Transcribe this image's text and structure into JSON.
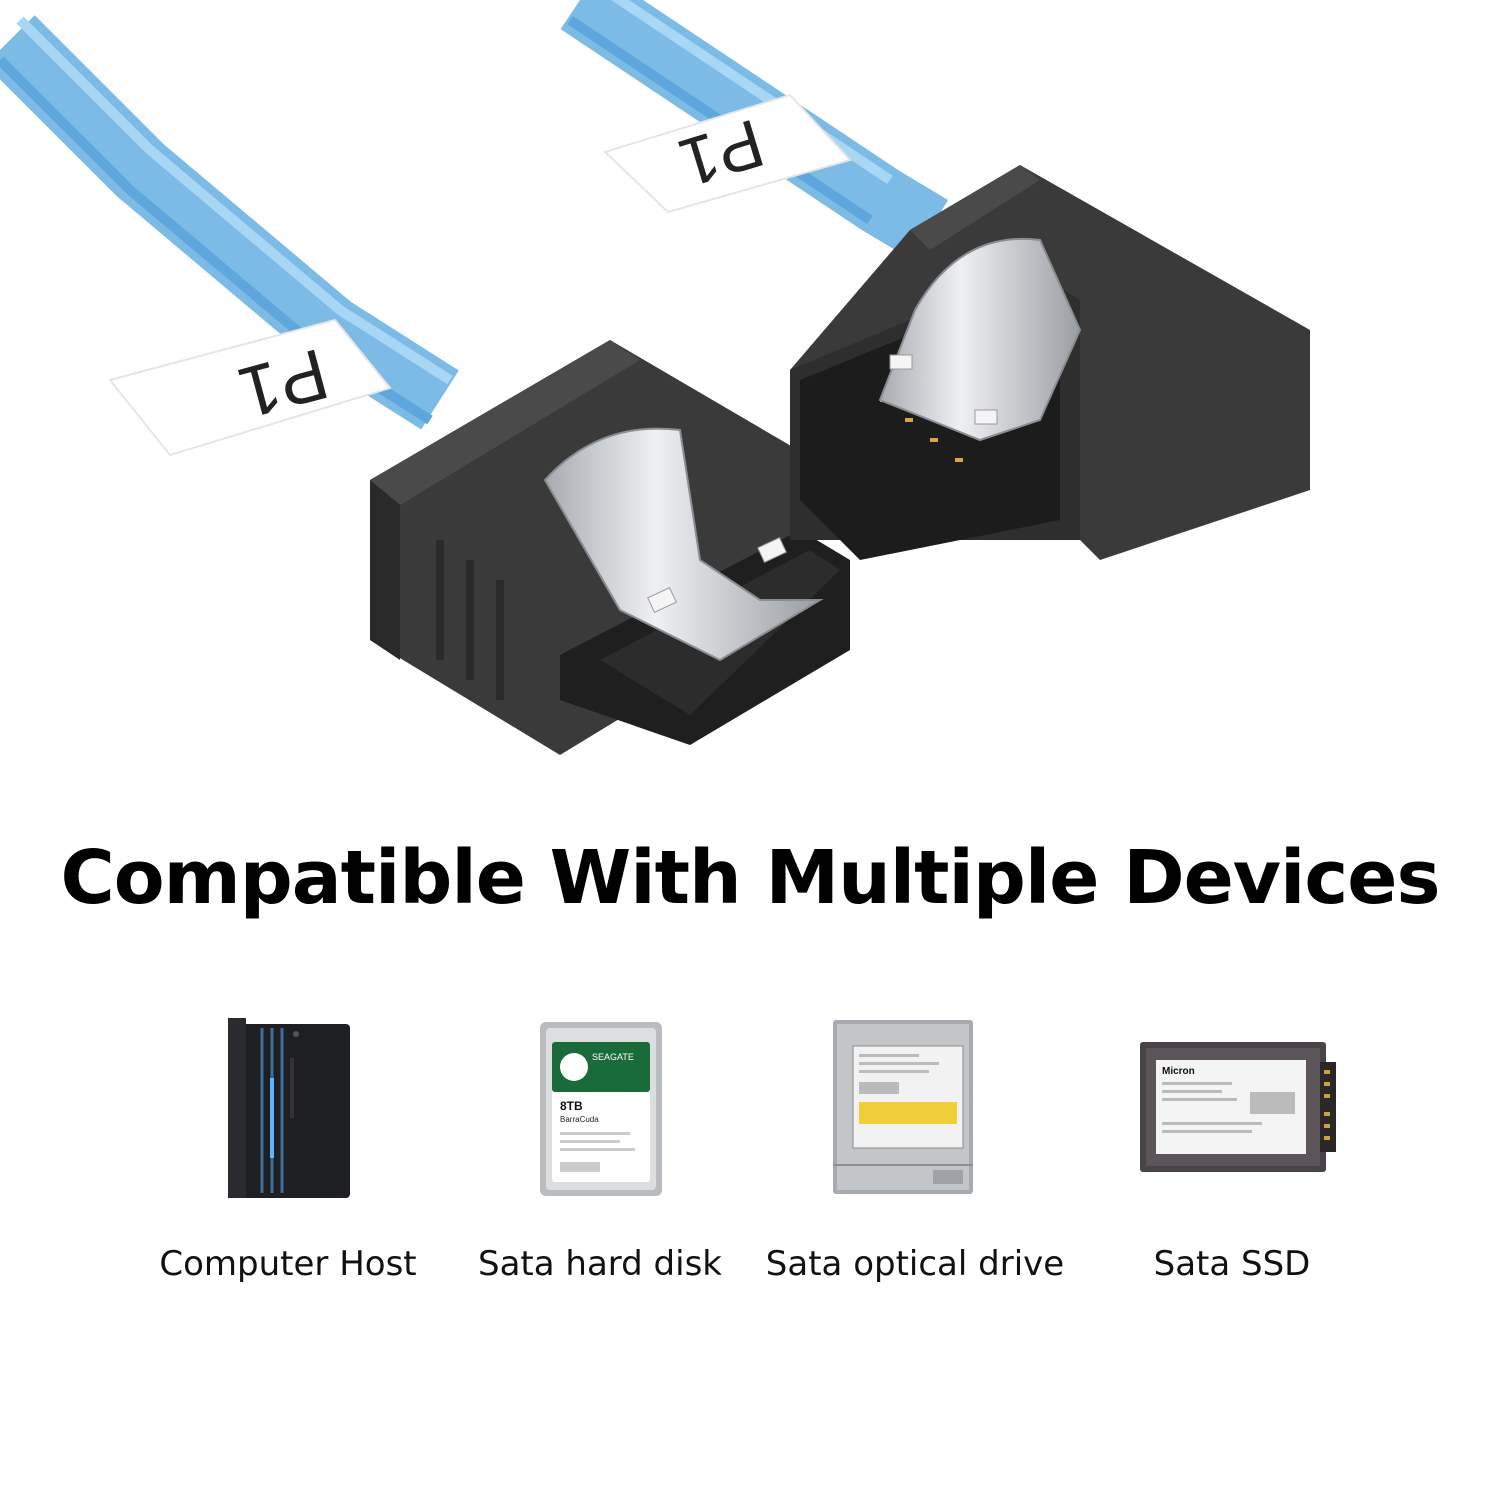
{
  "cable": {
    "label_left": "P1",
    "label_right": "P1",
    "cable_color": "#8cc4ea",
    "connector_color": "#333333",
    "clip_color": "#c9ccd0"
  },
  "headline": "Compatible With Multiple Devices",
  "devices": [
    {
      "label": "Computer Host",
      "icon": "computer-host-icon"
    },
    {
      "label": "Sata hard disk",
      "icon": "hard-disk-icon",
      "printed": {
        "brand": "SEAGATE",
        "capacity": "8TB",
        "model": "BarraCuda"
      }
    },
    {
      "label": "Sata optical drive",
      "icon": "optical-drive-icon"
    },
    {
      "label": "Sata SSD",
      "icon": "ssd-icon",
      "printed": {
        "brand": "Micron"
      }
    }
  ]
}
